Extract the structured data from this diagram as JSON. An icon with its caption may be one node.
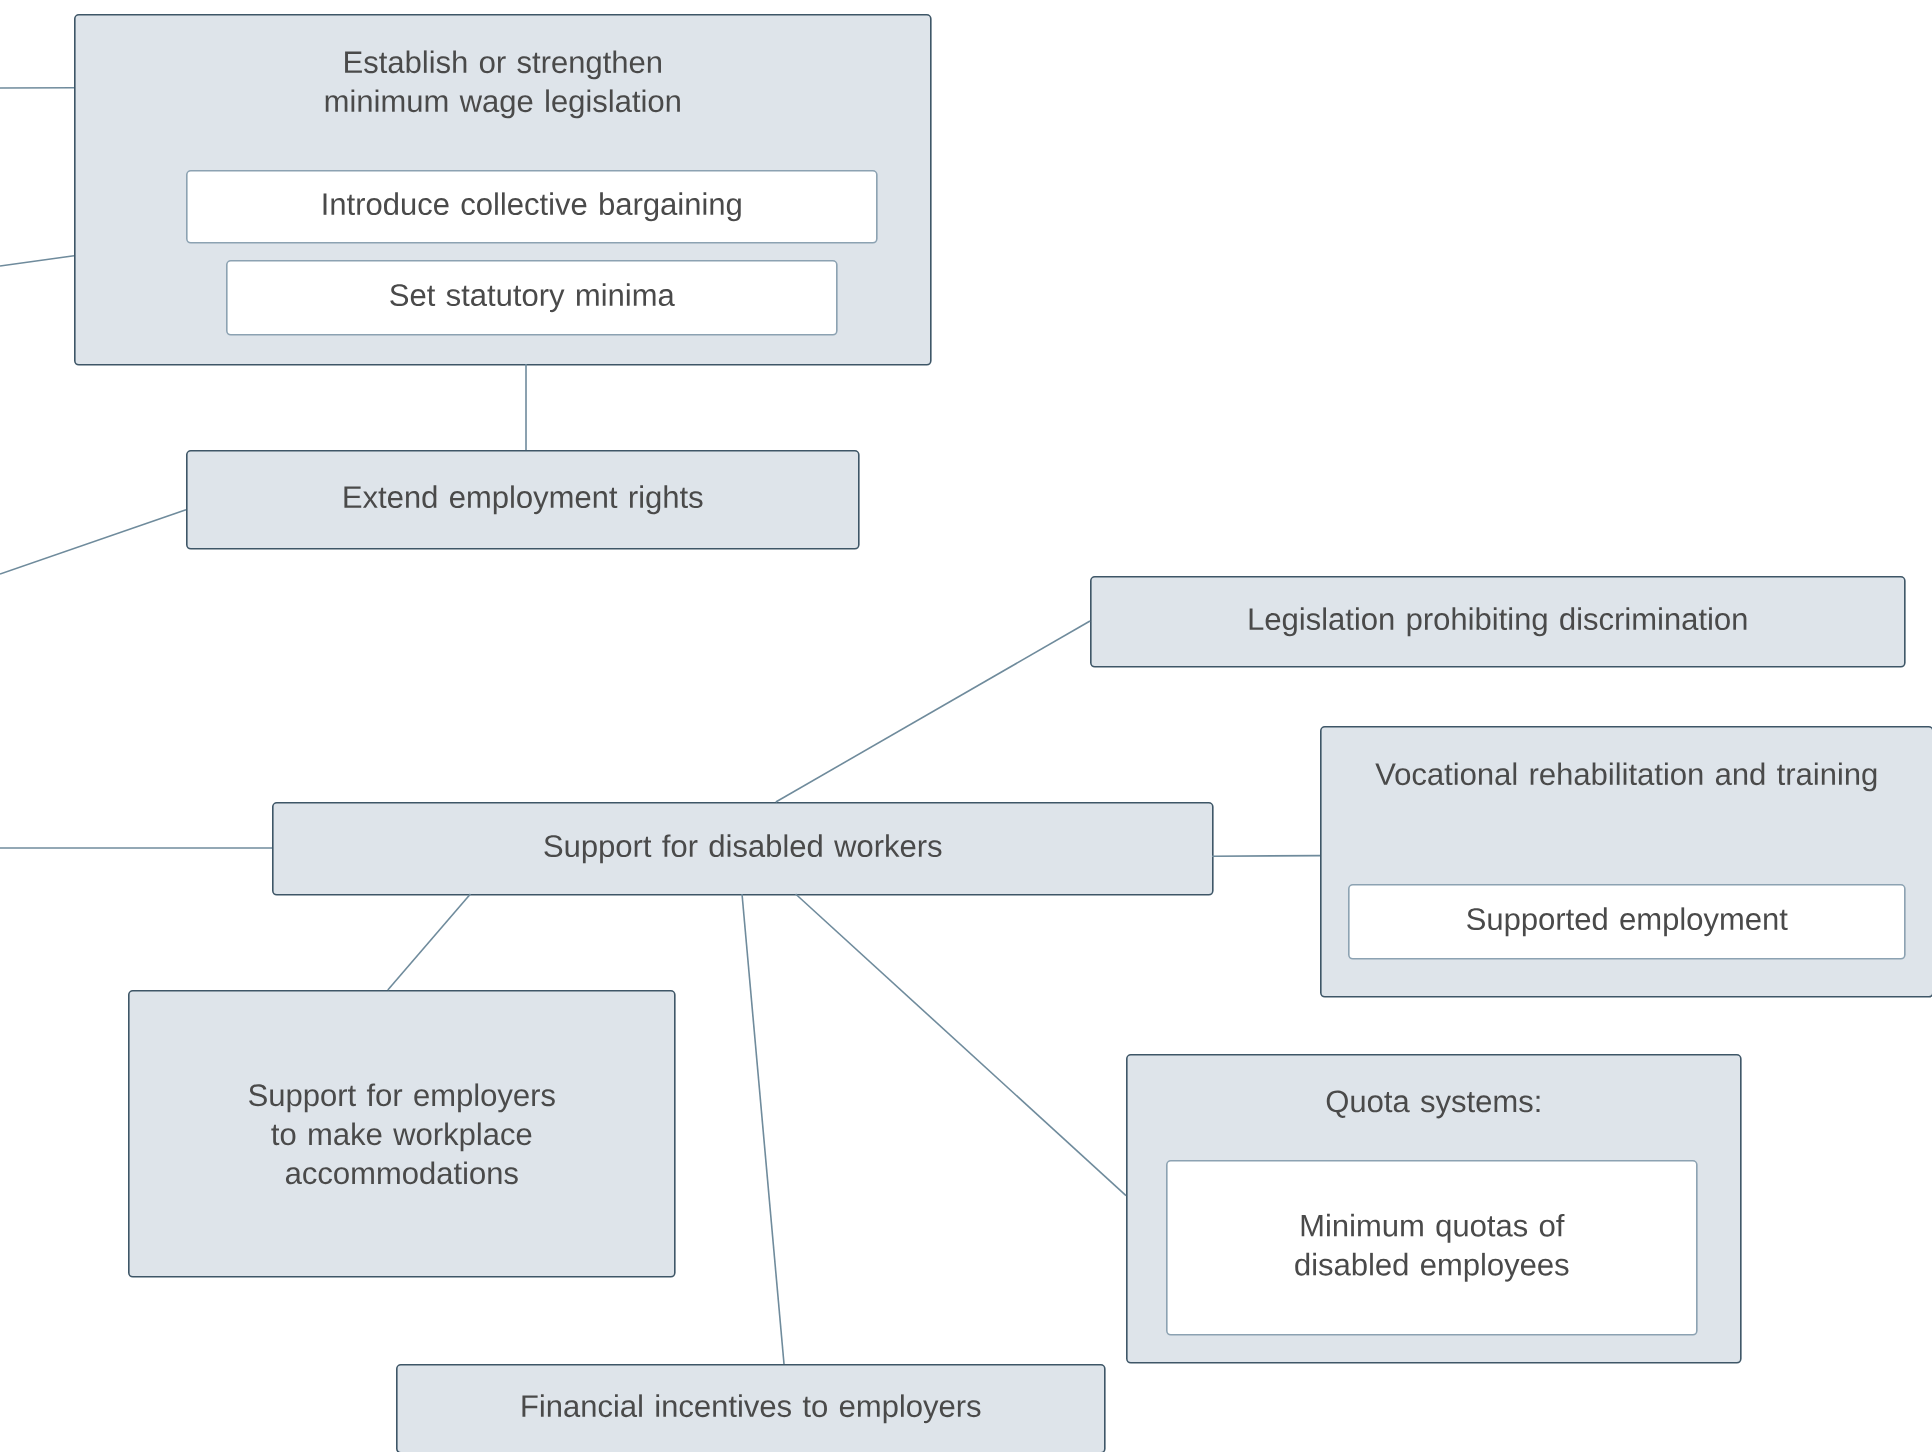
{
  "diagram": {
    "nodes": [
      {
        "text": [
          "Establish or strengthen minimum wage legislation"
        ]
      },
      {
        "text": [
          "Introduce collective bargaining"
        ],
        "in": 0
      },
      {
        "text": [
          "Set statutory minima"
        ],
        "in": 0
      },
      {
        "text": [
          "Extend employment rights"
        ]
      },
      {
        "text": [
          "Legislation prohibiting discrimination"
        ]
      },
      {
        "text": [
          "Vocational rehabilitation and training"
        ]
      },
      {
        "text": [
          "Supported employment"
        ],
        "in": 5
      },
      {
        "text": [
          "Support for disabled workers"
        ]
      },
      {
        "text": [
          "Support for employers to make workplace accommodations"
        ]
      },
      {
        "text": [
          "Quota systems:"
        ]
      },
      {
        "text": [
          "Minimum quotas of disabled employees"
        ],
        "in": 9
      },
      {
        "text": [
          "Financial incentives to employers"
        ]
      }
    ],
    "edges": [
      {
        "from": null,
        "to": 0,
        "arrow": "none"
      },
      {
        "from": null,
        "to": 0,
        "arrow": "none"
      },
      {
        "from": 0,
        "to": 3,
        "arrow": "none"
      },
      {
        "from": null,
        "to": 3,
        "arrow": "none"
      },
      {
        "from": null,
        "to": 7,
        "arrow": "none"
      },
      {
        "from": 7,
        "to": 4,
        "arrow": "none"
      },
      {
        "from": 7,
        "to": 5,
        "arrow": "none"
      },
      {
        "from": 7,
        "to": 8,
        "arrow": "none"
      },
      {
        "from": 7,
        "to": 9,
        "arrow": "none"
      },
      {
        "from": 7,
        "to": 11,
        "arrow": "none"
      }
    ]
  }
}
